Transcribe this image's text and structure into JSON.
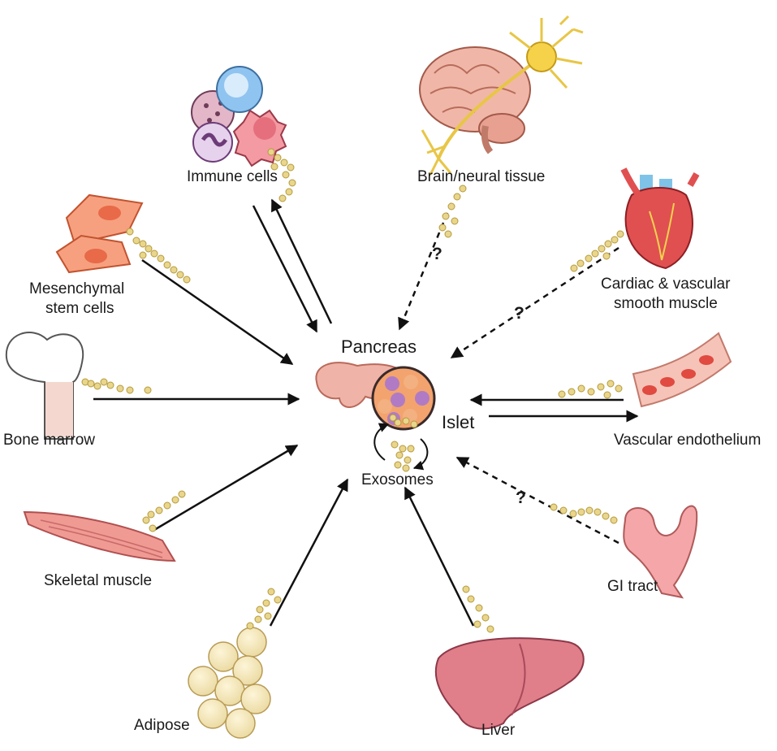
{
  "center": {
    "organ": "Pancreas",
    "islet": "Islet",
    "vesicles": "Exosomes"
  },
  "sources": {
    "immune": "Immune cells",
    "brain": "Brain/neural tissue",
    "msc_line1": "Mesenchymal",
    "msc_line2": "stem cells",
    "cardiac_line1": "Cardiac & vascular",
    "cardiac_line2": "smooth muscle",
    "bone": "Bone marrow",
    "vascular": "Vascular endothelium",
    "skeletal": "Skeletal muscle",
    "gi": "GI tract",
    "adipose": "Adipose",
    "liver": "Liver"
  },
  "unknown_marker": "?",
  "colors": {
    "exosome": "#e9d68c",
    "exosome_edge": "#b59a3c",
    "pancreas": "#f0b3a7",
    "liver": "#e07e8a",
    "msc": "#f08a66",
    "islet_purple": "#b07bc4",
    "islet_orange": "#f3a36e"
  }
}
